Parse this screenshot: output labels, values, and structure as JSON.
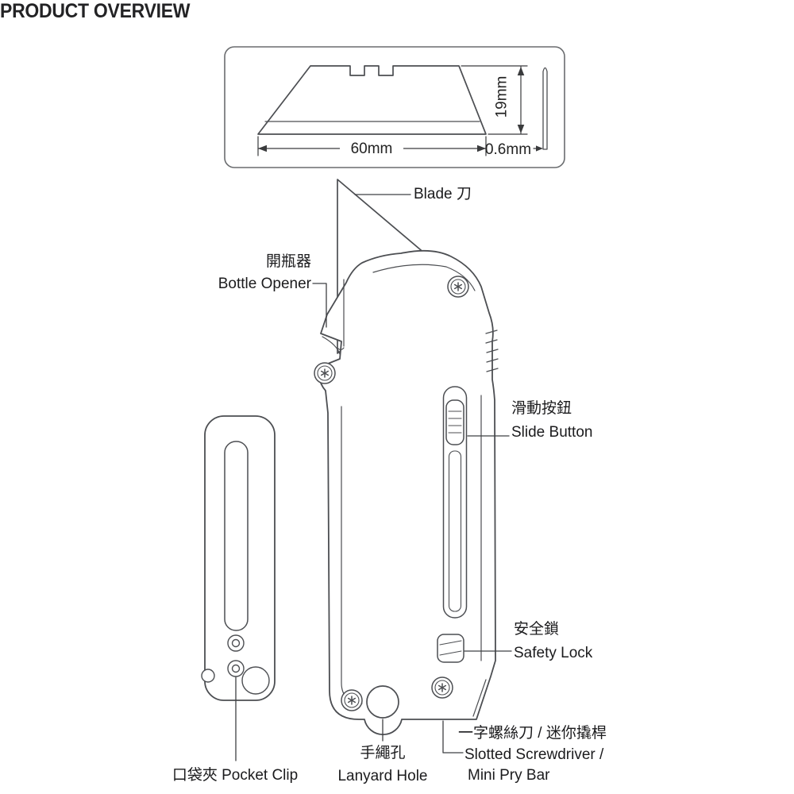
{
  "title": "PRODUCT OVERVIEW",
  "blade_dimensions": {
    "width": "60mm",
    "height": "19mm",
    "thickness": "0.6mm"
  },
  "callouts": {
    "blade": "Blade 刀",
    "bottle_opener": {
      "zh": "開瓶器",
      "en": "Bottle Opener"
    },
    "slide_button": {
      "zh": "滑動按鈕",
      "en": "Slide Button"
    },
    "safety_lock": {
      "zh": "安全鎖",
      "en": "Safety Lock"
    },
    "pocket_clip": {
      "zh_en": "口袋夾 Pocket Clip"
    },
    "lanyard_hole": {
      "zh": "手繩孔",
      "en": "Lanyard Hole"
    },
    "screwdriver_prybar": {
      "zh": "一字螺絲刀 / 迷你撬桿",
      "en_line1": "Slotted Screwdriver /",
      "en_line2": "Mini Pry Bar"
    }
  },
  "colors": {
    "line": "#4c4e52",
    "text": "#1b1b1d"
  }
}
